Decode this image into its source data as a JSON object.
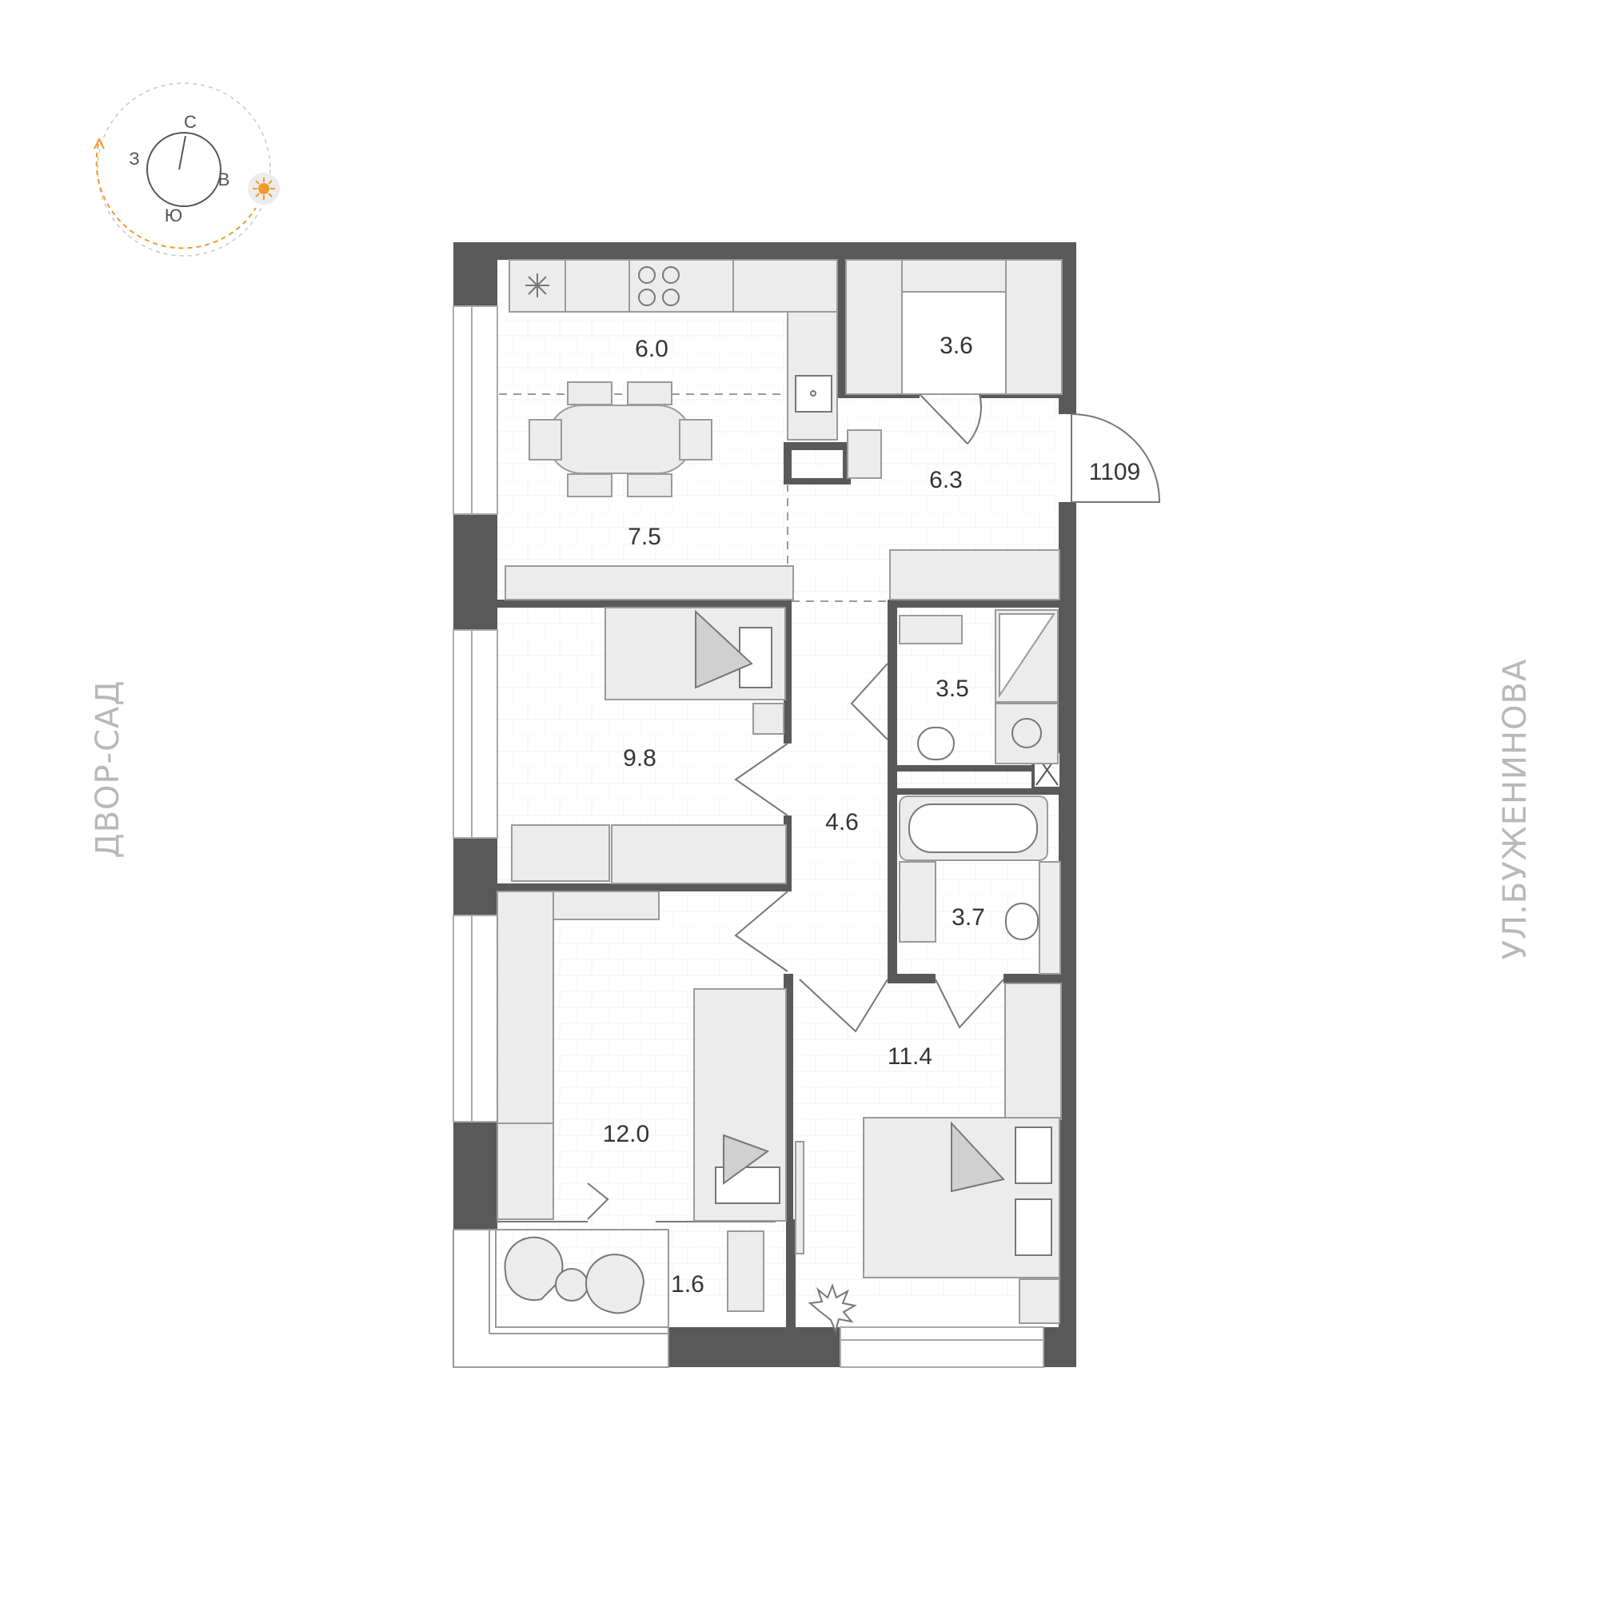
{
  "compass": {
    "north": "С",
    "south": "Ю",
    "west": "З",
    "east": "В",
    "sun_color": "#f29a2e"
  },
  "streets": {
    "left": "ДВОР-САД",
    "right": "УЛ.БУЖЕНИНОВА"
  },
  "apartment_number": "1109",
  "rooms": {
    "kitchen": "6.0",
    "dining": "7.5",
    "wardrobe": "3.6",
    "entry_hall": "6.3",
    "bedroom_small": "9.8",
    "corridor": "4.6",
    "bath_wc": "3.5",
    "bathroom": "3.7",
    "children_room": "12.0",
    "master_bedroom": "11.4",
    "balcony": "1.6"
  },
  "colors": {
    "wall": "#595959",
    "furniture_fill": "#e8e8e8",
    "furniture_stroke": "#9a9a9a",
    "label_text": "#444444",
    "street_text": "#b8b8b8"
  }
}
